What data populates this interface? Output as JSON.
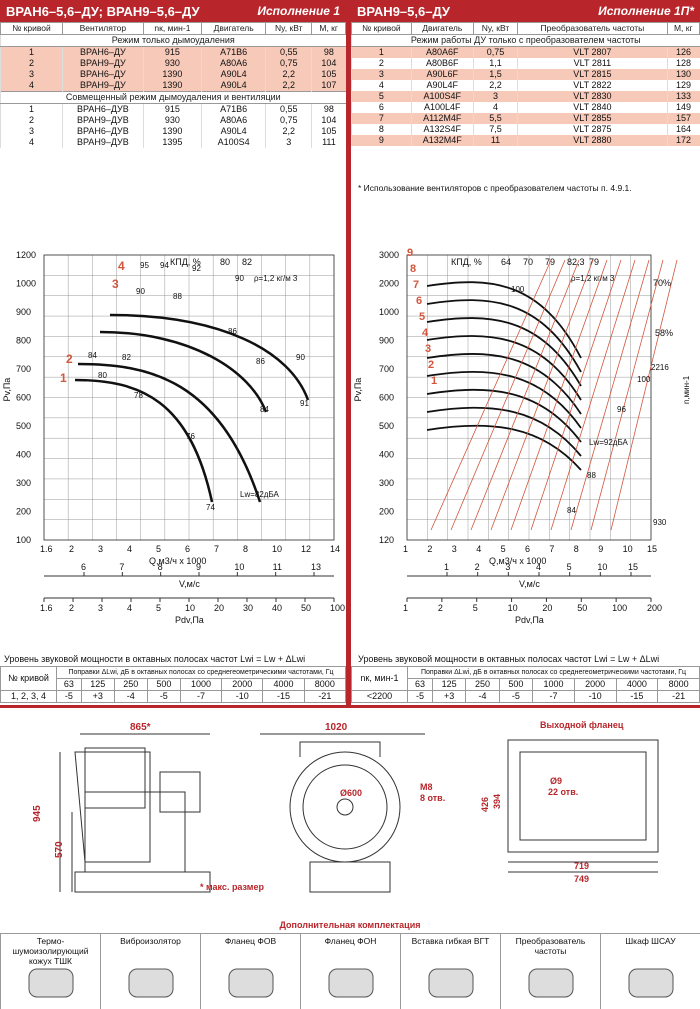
{
  "left": {
    "title": "ВРАН6–5,6–ДУ; ВРАН9–5,6–ДУ",
    "execution": "Исполнение 1",
    "headers": [
      "№ кривой",
      "Вентилятор",
      "nк, мин-1",
      "Двигатель",
      "Ny, кВт",
      "М, кг"
    ],
    "mode1_title": "Режим только дымоудаления",
    "mode1_rows": [
      [
        "1",
        "ВРАН6–ДУ",
        "915",
        "А71В6",
        "0,55",
        "98"
      ],
      [
        "2",
        "ВРАН9–ДУ",
        "930",
        "А80А6",
        "0,75",
        "104"
      ],
      [
        "3",
        "ВРАН6–ДУ",
        "1390",
        "А90L4",
        "2,2",
        "105"
      ],
      [
        "4",
        "ВРАН9–ДУ",
        "1390",
        "А90L4",
        "2,2",
        "107"
      ]
    ],
    "mode2_title": "Совмещенный режим дымоудаления и вентиляции",
    "mode2_rows": [
      [
        "1",
        "ВРАН6–ДУВ",
        "915",
        "А71В6",
        "0,55",
        "98"
      ],
      [
        "2",
        "ВРАН9–ДУВ",
        "930",
        "А80А6",
        "0,75",
        "104"
      ],
      [
        "3",
        "ВРАН6–ДУВ",
        "1390",
        "А90L4",
        "2,2",
        "105"
      ],
      [
        "4",
        "ВРАН9–ДУВ",
        "1395",
        "А100S4",
        "3",
        "111"
      ]
    ]
  },
  "right": {
    "title": "ВРАН9–5,6–ДУ",
    "execution": "Исполнение 1П*",
    "headers": [
      "№ кривой",
      "Двигатель",
      "Ny, кВт",
      "Преобразователь частоты",
      "М, кг"
    ],
    "mode_title": "Режим работы ДУ только с преобразователем частоты",
    "rows": [
      [
        "1",
        "A80A6F",
        "0,75",
        "VLT 2807",
        "126"
      ],
      [
        "2",
        "A80B6F",
        "1,1",
        "VLT 2811",
        "128"
      ],
      [
        "3",
        "A90L6F",
        "1,5",
        "VLT 2815",
        "130"
      ],
      [
        "4",
        "A90L4F",
        "2,2",
        "VLT 2822",
        "129"
      ],
      [
        "5",
        "A100S4F",
        "3",
        "VLT 2830",
        "133"
      ],
      [
        "6",
        "A100L4F",
        "4",
        "VLT 2840",
        "149"
      ],
      [
        "7",
        "A112M4F",
        "5,5",
        "VLT 2855",
        "157"
      ],
      [
        "8",
        "A132S4F",
        "7,5",
        "VLT 2875",
        "164"
      ],
      [
        "9",
        "A132M4F",
        "11",
        "VLT 2880",
        "172"
      ]
    ],
    "footnote": "* Использование вентиляторов с преобразователем частоты п. 4.9.1."
  },
  "chart_left": {
    "kpd_label": "КПД, %",
    "kpd_top": [
      "80",
      "82"
    ],
    "rho": "ρ=1,2 кг/м 3",
    "y_label": "Pv,Па",
    "y_ticks": [
      "1200",
      "1000",
      "900",
      "800",
      "700",
      "600",
      "500",
      "400",
      "300",
      "200",
      "100"
    ],
    "x_label": "Q,м3/ч x 1000",
    "x_ticks": [
      "1.6",
      "2",
      "3",
      "4",
      "5",
      "6",
      "7",
      "8",
      "10",
      "12",
      "14"
    ],
    "v_label": "V,м/с",
    "v_ticks": [
      "6",
      "7",
      "8",
      "9",
      "10",
      "11",
      "13"
    ],
    "pdv_label": "Pdv,Па",
    "pdv_ticks": [
      "1.6",
      "2",
      "3",
      "4",
      "5",
      "10",
      "20",
      "30",
      "40",
      "50",
      "100"
    ],
    "curve_labels": [
      "1",
      "2",
      "3",
      "4"
    ],
    "eff_labels": [
      "95",
      "94",
      "92",
      "90",
      "90",
      "88",
      "86",
      "86",
      "84",
      "82",
      "80",
      "78",
      "76",
      "74",
      "84",
      "90",
      "91"
    ],
    "lw": "Lw=82дБА"
  },
  "chart_right": {
    "kpd_label": "КПД, %",
    "kpd_top": [
      "64",
      "70",
      "79",
      "82,3",
      "79"
    ],
    "rho": "ρ=1,2 кг/м 3",
    "y_label": "Pv,Па",
    "y_ticks": [
      "3000",
      "2000",
      "1000",
      "900",
      "700",
      "600",
      "500",
      "400",
      "300",
      "200",
      "120"
    ],
    "x_label": "Q,м3/ч x 1000",
    "x_ticks": [
      "1",
      "2",
      "3",
      "4",
      "5",
      "6",
      "7",
      "8",
      "9",
      "10",
      "15"
    ],
    "v_label": "V,м/с",
    "v_ticks": [
      "1",
      "2",
      "3",
      "4",
      "5",
      "10",
      "15"
    ],
    "pdv_label": "Pdv,Па",
    "pdv_ticks": [
      "1",
      "2",
      "5",
      "10",
      "20",
      "50",
      "100",
      "200"
    ],
    "curve_labels": [
      "1",
      "2",
      "3",
      "4",
      "5",
      "6",
      "7",
      "8",
      "9"
    ],
    "pct_labels": [
      "70%",
      "58%"
    ],
    "rpm_labels": [
      "2216",
      "100",
      "96",
      "930",
      "88",
      "84"
    ],
    "rpm_axis": "n,мин-1",
    "lw": "Lw=92дБА",
    "eff_top": "100"
  },
  "sound_left": {
    "title": "Уровень звуковой мощности в октавных полосах частот Lwi = Lw + ΔLwi",
    "col1": "№ кривой",
    "sub": "Поправки ΔLwi, дБ в октавных полосах со среднегеометрическими частотами, Гц",
    "freqs": [
      "63",
      "125",
      "250",
      "500",
      "1000",
      "2000",
      "4000",
      "8000"
    ],
    "row_label": "1, 2, 3, 4",
    "values": [
      "-5",
      "+3",
      "-4",
      "-5",
      "-7",
      "-10",
      "-15",
      "-21"
    ]
  },
  "sound_right": {
    "title": "Уровень звуковой мощности в октавных полосах частот Lwi = Lw + ΔLwi",
    "col1": "nк, мин-1",
    "sub": "Поправки ΔLwi, дБ в октавных полосах со среднегеометрическими частотами, Гц",
    "freqs": [
      "63",
      "125",
      "250",
      "500",
      "1000",
      "2000",
      "4000",
      "8000"
    ],
    "row_label": "<2200",
    "values": [
      "-5",
      "+3",
      "-4",
      "-5",
      "-7",
      "-10",
      "-15",
      "-21"
    ]
  },
  "drawings": {
    "d865": "865*",
    "d945": "945",
    "d570": "570",
    "d1020": "1020",
    "m8": "М8",
    "holes8": "8 отв.",
    "d600": "Ø600",
    "max_size": "* макс. размер",
    "flange_title": "Выходной фланец",
    "d9": "Ø9",
    "holes22": "22 отв.",
    "d426": "426",
    "d394": "394",
    "d719": "719",
    "d749": "749"
  },
  "accessories": {
    "title": "Дополнительная комплектация",
    "items": [
      "Термо-шумоизолирующий кожух ТШК",
      "Виброизолятор",
      "Фланец ФОВ",
      "Фланец ФОН",
      "Вставка гибкая ВГТ",
      "Преобразователь частоты",
      "Шкаф ШСАУ"
    ]
  },
  "colors": {
    "accent": "#b8262b",
    "pink": "#f6c9b9",
    "curve_red": "#d2563c"
  }
}
